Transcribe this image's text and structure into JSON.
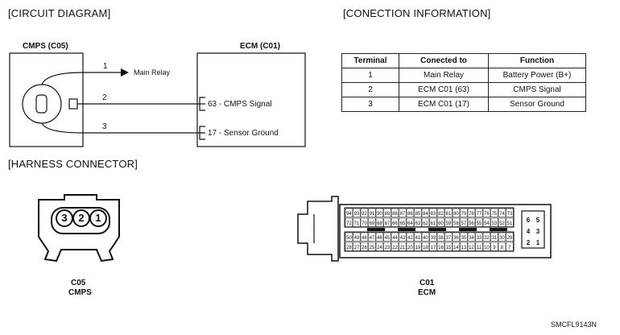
{
  "headings": {
    "circuit": "[CIRCUIT DIAGRAM]",
    "connection": "[CONECTION INFORMATION]",
    "harness": "[HARNESS CONNECTOR]"
  },
  "cmps_box": {
    "title": "CMPS (C05)",
    "pins": [
      "1",
      "2",
      "3"
    ]
  },
  "ecm_box": {
    "title": "ECM (C01)",
    "main_relay": "Main Relay",
    "pin_63": "63 - CMPS Signal",
    "pin_17": "17 - Sensor Ground"
  },
  "table": {
    "headers": [
      "Terminal",
      "Conected to",
      "Function"
    ],
    "rows": [
      [
        "1",
        "Main Relay",
        "Battery Power (B+)"
      ],
      [
        "2",
        "ECM C01 (63)",
        "CMPS Signal"
      ],
      [
        "3",
        "ECM C01 (17)",
        "Sensor Ground"
      ]
    ]
  },
  "c05": {
    "pins": [
      "3",
      "2",
      "1"
    ],
    "code": "C05",
    "name": "CMPS"
  },
  "c01": {
    "code": "C01",
    "name": "ECM",
    "top_row_a": [
      "94",
      "93",
      "92",
      "91",
      "90",
      "89",
      "88",
      "87",
      "86",
      "85",
      "84",
      "83",
      "82",
      "81",
      "80",
      "79",
      "78",
      "77",
      "76",
      "75",
      "74",
      "73"
    ],
    "top_row_b": [
      "72",
      "71",
      "70",
      "69",
      "68",
      "67",
      "66",
      "65",
      "64",
      "63",
      "62",
      "61",
      "60",
      "59",
      "58",
      "57",
      "56",
      "55",
      "54",
      "53",
      "52",
      "51"
    ],
    "bot_row_a": [
      "50",
      "49",
      "48",
      "47",
      "46",
      "45",
      "44",
      "43",
      "42",
      "41",
      "40",
      "39",
      "38",
      "37",
      "36",
      "35",
      "34",
      "33",
      "32",
      "31",
      "30",
      "29"
    ],
    "bot_row_b": [
      "28",
      "27",
      "26",
      "25",
      "24",
      "23",
      "22",
      "21",
      "20",
      "19",
      "18",
      "17",
      "16",
      "15",
      "14",
      "13",
      "12",
      "11",
      "10",
      "9",
      "8",
      "7"
    ],
    "side_pins": [
      [
        "6",
        "5"
      ],
      [
        "4",
        "3"
      ],
      [
        "2",
        "1"
      ]
    ]
  },
  "footer_code": "SMCFL9143N"
}
